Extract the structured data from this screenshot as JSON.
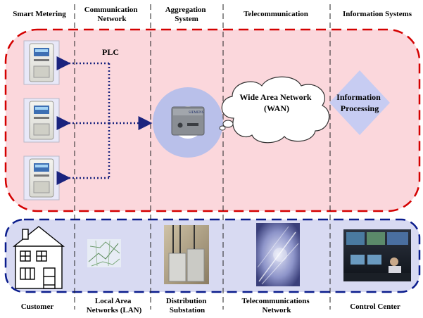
{
  "headers": {
    "col1": [
      "Smart Metering"
    ],
    "col2": [
      "Communication",
      "Network"
    ],
    "col3": [
      "Aggregation",
      "System"
    ],
    "col4": [
      "Telecommunication"
    ],
    "col5": [
      "Information Systems"
    ]
  },
  "upper": {
    "plc_label": "PLC",
    "wan_label": [
      "Wide Area Network",
      "(WAN)"
    ],
    "info_label": [
      "Information",
      "Processing"
    ]
  },
  "footer": {
    "customer": [
      "Customer"
    ],
    "lan": [
      "Local Area",
      "Networks (LAN)"
    ],
    "substation": [
      "Distribution",
      "Substation"
    ],
    "telecom": [
      "Telecommunications",
      "Network"
    ],
    "control": [
      "Control Center"
    ]
  },
  "colors": {
    "upper_border": "#d40000",
    "upper_fill": "#fbd7dc",
    "lower_border": "#0a1c8c",
    "lower_fill": "#d8daf2",
    "plc_arrow": "#1a237e",
    "ring_fill": "#b9c0ea",
    "diamond_fill": "#c7ccf2"
  },
  "icons": [
    "smart-meter-icon",
    "aggregator-device-icon",
    "wan-cloud-icon",
    "information-diamond-icon",
    "house-icon",
    "lan-map-icon",
    "substation-photo-icon",
    "telecom-photo-icon",
    "control-center-photo-icon"
  ]
}
